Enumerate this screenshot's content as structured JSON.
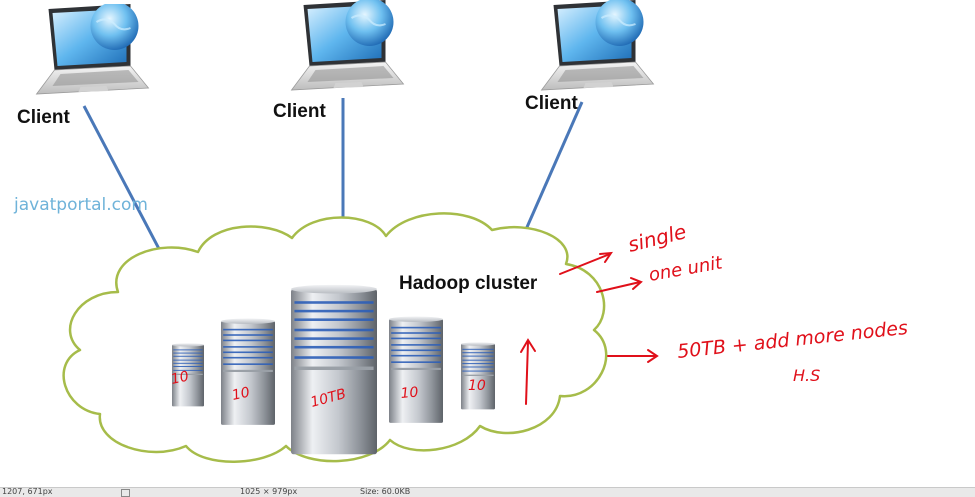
{
  "clients": [
    {
      "label": "Client"
    },
    {
      "label": "Client"
    },
    {
      "label": "Client"
    }
  ],
  "watermark": "javatportal.com",
  "cluster": {
    "label": "Hadoop cluster",
    "servers": [
      {
        "capacity": "10"
      },
      {
        "capacity": "10"
      },
      {
        "capacity": "10TB"
      },
      {
        "capacity": "10"
      },
      {
        "capacity": "10"
      }
    ]
  },
  "annotations": {
    "single": "single",
    "one_unit": "one unit",
    "scale": "50TB + add more nodes",
    "hs": "H.S"
  },
  "statusbar": {
    "cursor": "1207, 671px",
    "selection": "1025 × 979px",
    "size": "Size: 60.0KB"
  },
  "colors": {
    "connector": "#4a78b8",
    "cloud_outline": "#a6bc4a",
    "annotation": "#e0101a",
    "watermark": "#6fb3d9"
  }
}
